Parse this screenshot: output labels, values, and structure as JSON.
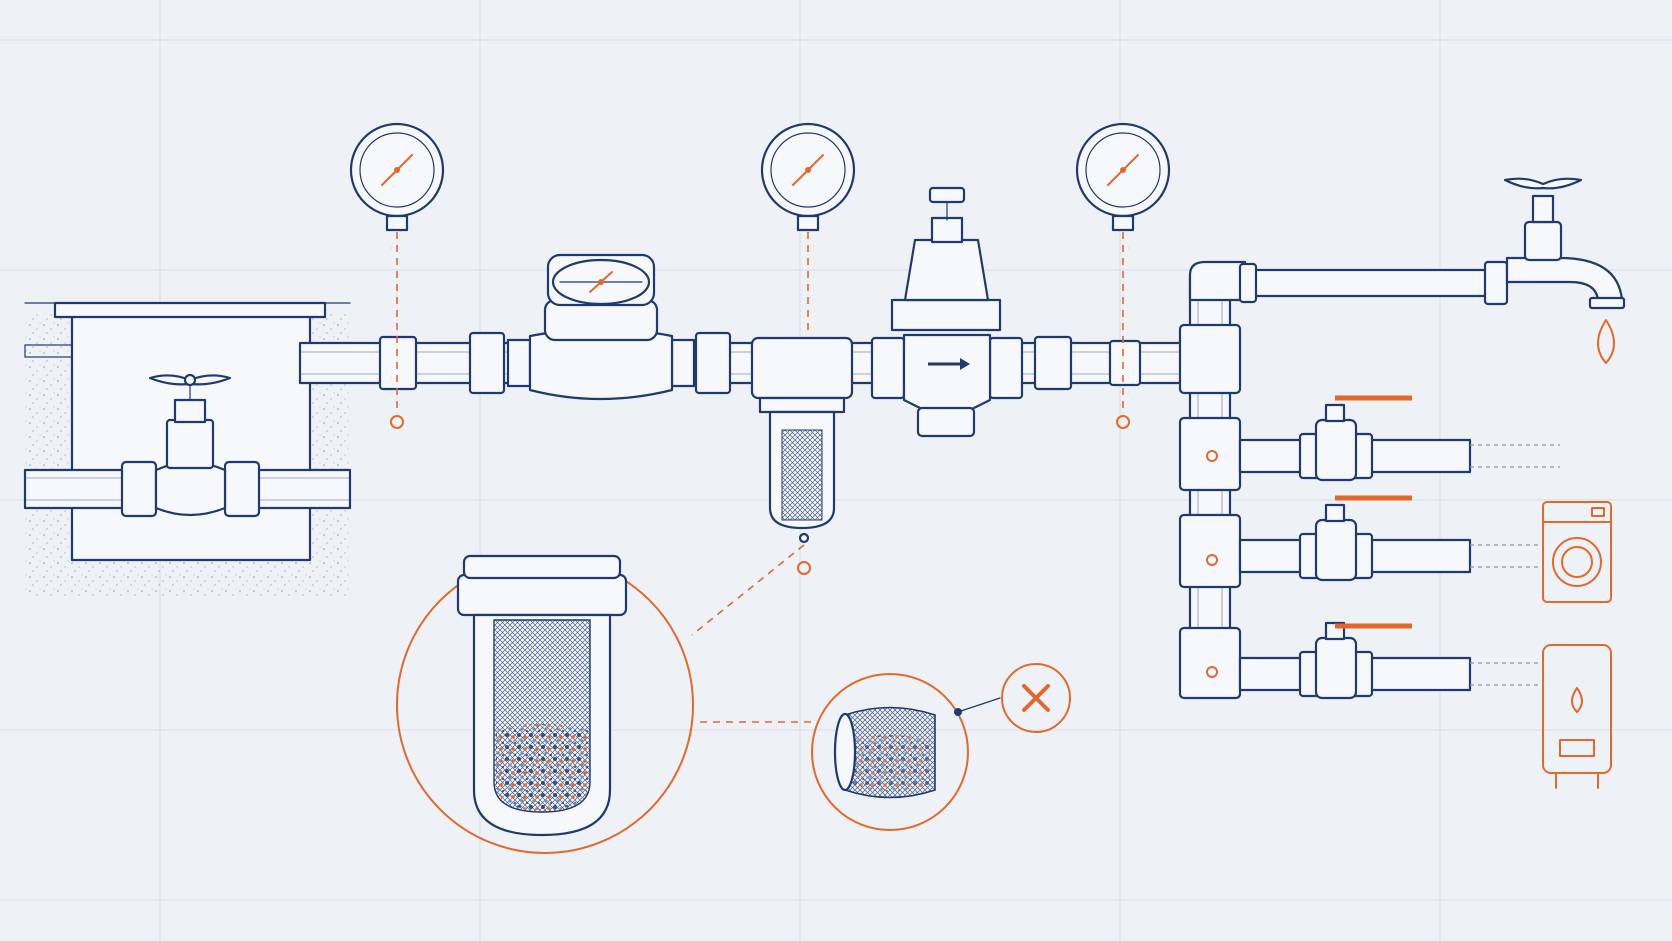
{
  "diagram": {
    "palette": {
      "line": "#1f3a6e",
      "accent": "#e2692b",
      "background": "#eef1f5",
      "grid": "#d9dfe8"
    },
    "components": [
      {
        "id": "stop-valve",
        "icon": "gate-valve-icon"
      },
      {
        "id": "pressure-gauge-1",
        "icon": "pressure-gauge-icon"
      },
      {
        "id": "water-meter",
        "icon": "water-meter-icon"
      },
      {
        "id": "pressure-gauge-2",
        "icon": "pressure-gauge-icon"
      },
      {
        "id": "sediment-filter",
        "icon": "filter-housing-icon"
      },
      {
        "id": "pressure-reducing-valve",
        "icon": "pressure-reducer-icon"
      },
      {
        "id": "pressure-gauge-3",
        "icon": "pressure-gauge-icon"
      },
      {
        "id": "faucet",
        "icon": "faucet-icon"
      },
      {
        "id": "ball-valves",
        "icon": "ball-valve-icon",
        "count": 3
      },
      {
        "id": "washing-machine",
        "icon": "washing-machine-icon"
      },
      {
        "id": "water-heater",
        "icon": "water-heater-icon"
      },
      {
        "id": "filter-detail",
        "icon": "magnifier-callout-icon"
      },
      {
        "id": "clogged-mesh",
        "icon": "mesh-cartridge-icon"
      },
      {
        "id": "fault-mark",
        "icon": "x-mark-icon"
      }
    ]
  }
}
